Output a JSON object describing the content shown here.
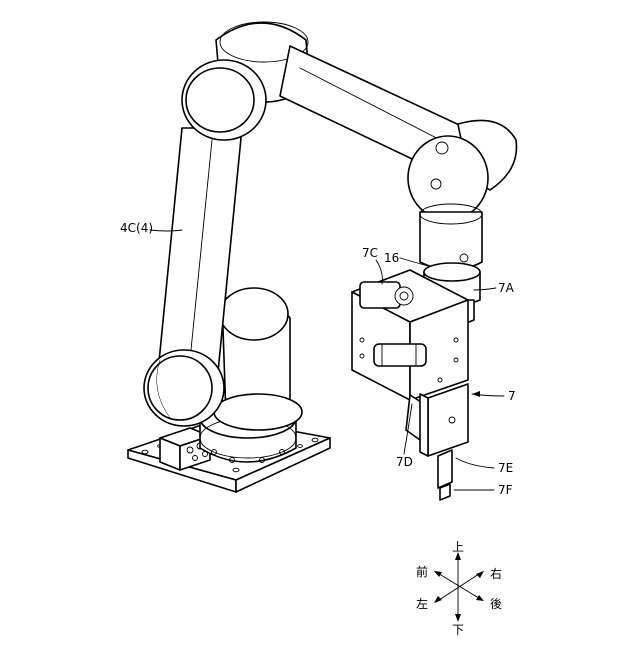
{
  "labels": {
    "arm": "4C(4)",
    "hand": "7",
    "hand_a": "7A",
    "hand_c": "7C",
    "hand_d": "7D",
    "hand_e": "7E",
    "hand_f": "7F",
    "part_16": "16"
  },
  "directions": {
    "up": "上",
    "down": "下",
    "front": "前",
    "back": "後",
    "left": "左",
    "right": "右"
  }
}
